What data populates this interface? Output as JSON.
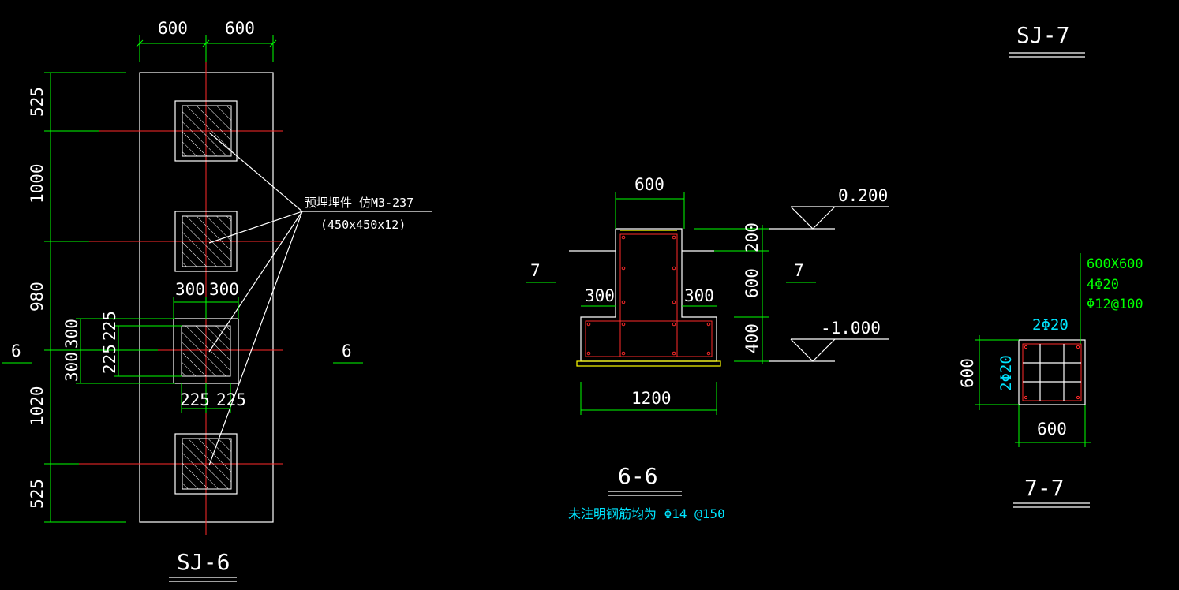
{
  "sj6": {
    "title": "SJ-6",
    "dim_top": [
      "600",
      "600"
    ],
    "dim_left": [
      "525",
      "1000",
      "980",
      "1020",
      "525"
    ],
    "dim_inner": [
      "300",
      "300",
      "225",
      "225"
    ],
    "dim_plate_top": [
      "300",
      "300"
    ],
    "dim_plate_bottom": [
      "225",
      "225"
    ],
    "section_left": "6",
    "section_right": "6",
    "callout_line1": "预埋埋件 仿M3-237",
    "callout_line2": "(450x450x12)"
  },
  "sec66": {
    "title": "6-6",
    "dim_top": "600",
    "dim_left": "300",
    "dim_right": "300",
    "dim_bottom": "1200",
    "dim_vert": [
      "200",
      "600",
      "400"
    ],
    "elev_top": "0.200",
    "elev_bottom": "-1.000",
    "section_left": "7",
    "section_right": "7",
    "note": "未注明钢筋均为 Φ14 @150"
  },
  "sj7": {
    "title": "SJ-7"
  },
  "sec77": {
    "title": "7-7",
    "size": "600X600",
    "main_bars": "4Φ20",
    "stirrups": "Φ12@100",
    "top_bars": "2Φ20",
    "side_bars": "2Φ20",
    "dim_left": "600",
    "dim_bottom": "600"
  }
}
